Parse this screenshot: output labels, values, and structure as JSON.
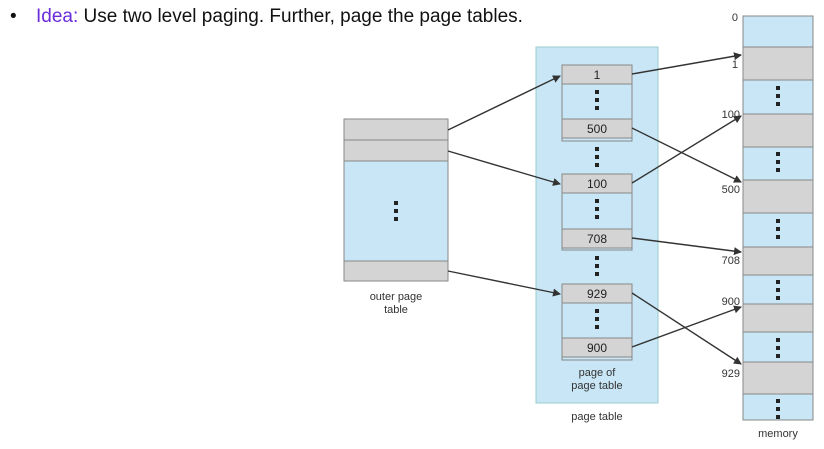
{
  "header": {
    "bullet": "•",
    "idea_label": "Idea:",
    "text": " Use two level paging. Further, page the page tables."
  },
  "outer_table": {
    "label_line1": "outer page",
    "label_line2": "table"
  },
  "page_table": {
    "entries": [
      "1",
      "500",
      "100",
      "708",
      "929",
      "900"
    ],
    "inner_label_line1": "page of",
    "inner_label_line2": "page table",
    "label": "page table"
  },
  "memory": {
    "label": "memory",
    "addresses": [
      "0",
      "1",
      "100",
      "500",
      "708",
      "900",
      "929"
    ]
  },
  "colors": {
    "light_blue": "#c8e6f5",
    "gray": "#d4d4d4",
    "idea_purple": "#6a2bd9"
  }
}
